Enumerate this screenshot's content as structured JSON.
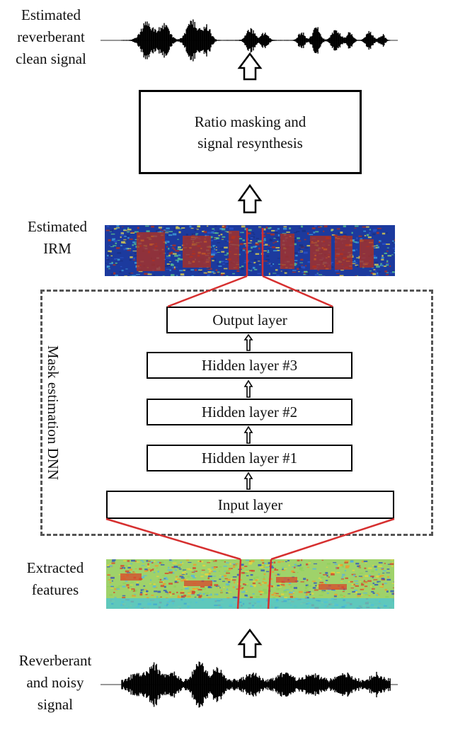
{
  "labels": {
    "estimated_signal": [
      "Estimated",
      "reverberant",
      "clean signal"
    ],
    "estimated_irm": [
      "Estimated",
      "IRM"
    ],
    "extracted_features": [
      "Extracted",
      "features"
    ],
    "input_signal": [
      "Reverberant",
      "and noisy",
      "signal"
    ]
  },
  "processing_box": [
    "Ratio masking and",
    "signal resynthesis"
  ],
  "dnn": {
    "group_label": "Mask estimation DNN",
    "layers": {
      "output": "Output layer",
      "hidden3": "Hidden layer #3",
      "hidden2": "Hidden layer #2",
      "hidden1": "Hidden layer #1",
      "input": "Input layer"
    }
  },
  "colors": {
    "accent_red": "#d62f2f",
    "border": "#000000",
    "dashed_border": "#555555",
    "irm_background": "#1c3a9e",
    "irm_high": "#b5301b",
    "feature_background": "#9fd26a"
  }
}
